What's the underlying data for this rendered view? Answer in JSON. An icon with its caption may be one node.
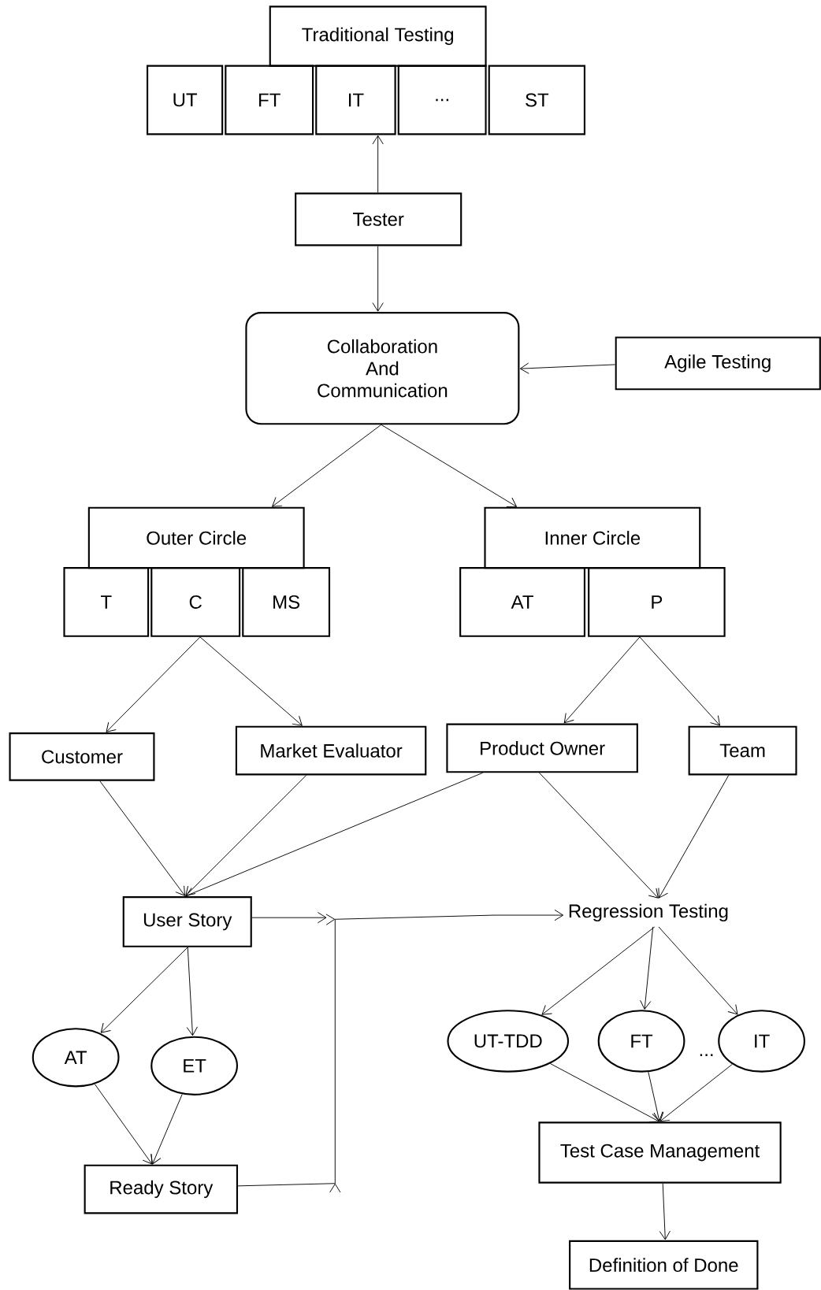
{
  "diagram": {
    "nodes": [
      {
        "text": [
          "Traditional Testing"
        ]
      },
      {
        "text": [
          "UT"
        ]
      },
      {
        "text": [
          "FT"
        ]
      },
      {
        "text": [
          "IT"
        ]
      },
      {
        "text": [
          "..."
        ]
      },
      {
        "text": [
          "ST"
        ]
      },
      {
        "text": [
          "Tester"
        ]
      },
      {
        "text": [
          "Collaboration And Communication"
        ]
      },
      {
        "text": [
          "Agile Testing"
        ]
      },
      {
        "text": [
          "Outer Circle"
        ]
      },
      {
        "text": [
          "T"
        ]
      },
      {
        "text": [
          "C"
        ]
      },
      {
        "text": [
          "MS"
        ]
      },
      {
        "text": [
          "Inner Circle"
        ]
      },
      {
        "text": [
          "AT"
        ]
      },
      {
        "text": [
          "P"
        ]
      },
      {
        "text": [
          "Customer"
        ]
      },
      {
        "text": [
          "Market Evaluator"
        ]
      },
      {
        "text": [
          "Product Owner"
        ]
      },
      {
        "text": [
          "Team"
        ]
      },
      {
        "text": [
          "User Story"
        ]
      },
      {
        "text": [
          "Regression Testing"
        ]
      },
      {
        "text": [
          "AT"
        ]
      },
      {
        "text": [
          "ET"
        ]
      },
      {
        "text": [
          "UT-TDD"
        ]
      },
      {
        "text": [
          "FT"
        ]
      },
      {
        "text": [
          "IT"
        ]
      },
      {
        "text": [
          "Ready Story"
        ]
      },
      {
        "text": [
          "Test Case Management"
        ]
      },
      {
        "text": [
          "Definition of Done"
        ]
      }
    ],
    "edges": [
      {
        "from": 6,
        "to": 3,
        "arrow": "to"
      },
      {
        "from": 6,
        "to": 7,
        "arrow": "to"
      },
      {
        "from": 8,
        "to": 7,
        "arrow": "to"
      },
      {
        "from": 7,
        "to": 9,
        "arrow": "to"
      },
      {
        "from": 7,
        "to": 13,
        "arrow": "to"
      },
      {
        "from": 11,
        "to": 16,
        "arrow": "to"
      },
      {
        "from": 11,
        "to": 17,
        "arrow": "to"
      },
      {
        "from": 15,
        "to": 18,
        "arrow": "to"
      },
      {
        "from": 15,
        "to": 19,
        "arrow": "to"
      },
      {
        "from": 16,
        "to": 20,
        "arrow": "to"
      },
      {
        "from": 17,
        "to": 20,
        "arrow": "to"
      },
      {
        "from": 18,
        "to": 20,
        "arrow": "to"
      },
      {
        "from": 18,
        "to": 21,
        "arrow": "to"
      },
      {
        "from": 19,
        "to": 21,
        "arrow": "to"
      },
      {
        "from": 20,
        "to": null,
        "arrow": "to"
      },
      {
        "from": 27,
        "to": 21,
        "arrow": "to"
      },
      {
        "from": 20,
        "to": 22,
        "arrow": "to"
      },
      {
        "from": 20,
        "to": 23,
        "arrow": "to"
      },
      {
        "from": 22,
        "to": 27,
        "arrow": "to"
      },
      {
        "from": 23,
        "to": 27,
        "arrow": "to"
      },
      {
        "from": 21,
        "to": 24,
        "arrow": "to"
      },
      {
        "from": 21,
        "to": 25,
        "arrow": "to"
      },
      {
        "from": 21,
        "to": 26,
        "arrow": "to"
      },
      {
        "from": 24,
        "to": 28,
        "arrow": "to"
      },
      {
        "from": 25,
        "to": 28,
        "arrow": "to"
      },
      {
        "from": 26,
        "to": 28,
        "arrow": "to"
      },
      {
        "from": 28,
        "to": 29,
        "arrow": "to"
      }
    ],
    "labels": [
      "..."
    ]
  }
}
